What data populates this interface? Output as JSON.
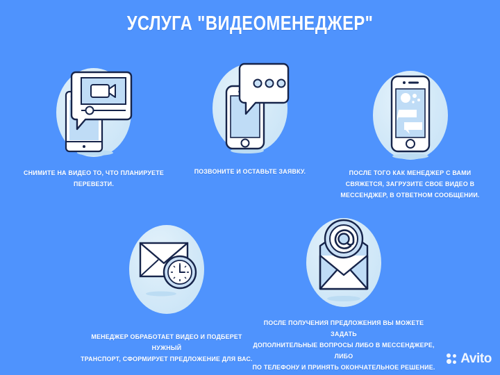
{
  "poster": {
    "title": "УСЛУГА \"ВИДЕОМЕНЕДЖЕР\"",
    "background_color": "#4f93fd",
    "blob_color": "#d3e9f8",
    "text_color": "#ffffff",
    "ink_color": "#16244a"
  },
  "steps": [
    {
      "id": "step-1",
      "icon_name": "phone-video-bubble-icon",
      "caption_lines": [
        "СНИМИТЕ НА ВИДЕО ТО, ЧТО ПЛАНИРУЕТЕ",
        "ПЕРЕВЕЗТИ."
      ]
    },
    {
      "id": "step-2",
      "icon_name": "phone-chat-dots-icon",
      "caption_lines": [
        "ПОЗВОНИТЕ И ОСТАВЬТЕ ЗАЯВКУ."
      ]
    },
    {
      "id": "step-3",
      "icon_name": "phone-messenger-icon",
      "caption_lines": [
        "ПОСЛЕ ТОГО КАК МЕНЕДЖЕР С ВАМИ",
        "СВЯЖЕТСЯ, ЗАГРУЗИТЕ СВОЕ ВИДЕО В",
        "МЕССЕНДЖЕР, В ОТВЕТНОМ СООБЩЕНИИ."
      ]
    },
    {
      "id": "step-4",
      "icon_name": "envelope-clock-icon",
      "caption_lines": [
        "МЕНЕДЖЕР ОБРАБОТАЕТ ВИДЕО И ПОДБЕРЕТ НУЖНЫЙ",
        "ТРАНСПОРТ, СФОРМИРУЕТ ПРЕДЛОЖЕНИЕ ДЛЯ ВАС."
      ]
    },
    {
      "id": "step-5",
      "icon_name": "envelope-at-sign-icon",
      "caption_lines": [
        "ПОСЛЕ ПОЛУЧЕНИЯ ПРЕДЛОЖЕНИЯ ВЫ МОЖЕТЕ ЗАДАТЬ",
        "ДОПОЛНИТЕЛЬНЫЕ ВОПРОСЫ ЛИБО В МЕССЕНДЖЕРЕ, ЛИБО",
        "ПО ТЕЛЕФОНУ И ПРИНЯТЬ ОКОНЧАТЕЛЬНОЕ РЕШЕНИЕ."
      ]
    }
  ],
  "watermark": {
    "label": "Avito",
    "logo_name": "avito-dots-logo"
  }
}
